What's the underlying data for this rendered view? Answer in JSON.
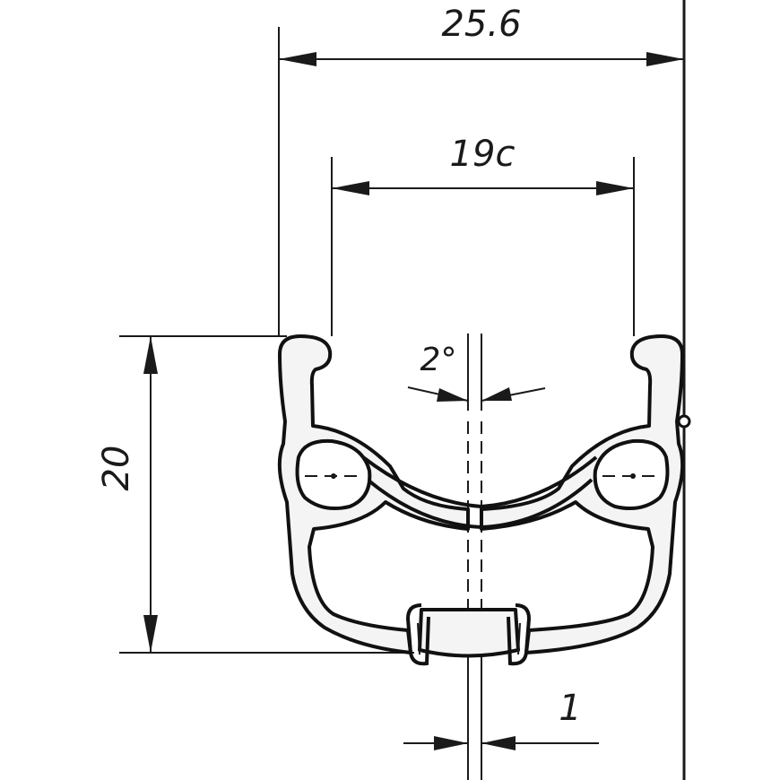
{
  "dimensions": {
    "outer_width": "25.6",
    "inner_width": "19c",
    "height": "20",
    "angle": "2°",
    "thickness": "1"
  },
  "colors": {
    "line": "#1a1a1a",
    "profile_fill": "#f4f4f4",
    "background": "#ffffff"
  }
}
